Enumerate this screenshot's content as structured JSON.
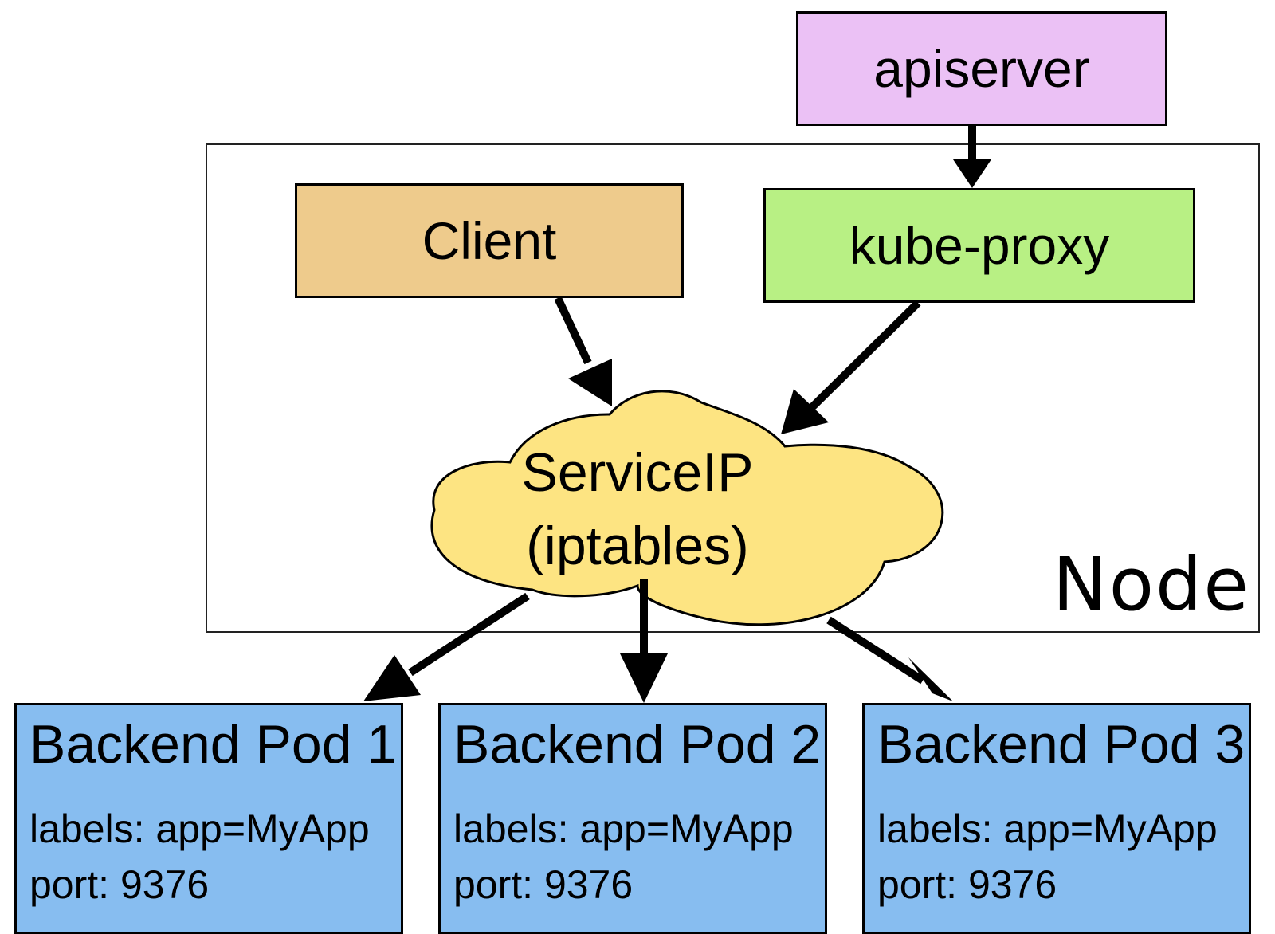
{
  "node": {
    "label": "Node"
  },
  "apiserver": {
    "label": "apiserver",
    "color": "#ebc1f5"
  },
  "client": {
    "label": "Client",
    "color": "#eecb8c"
  },
  "kube_proxy": {
    "label": "kube-proxy",
    "color": "#b8f084"
  },
  "service": {
    "line1": "ServiceIP",
    "line2": "(iptables)",
    "color": "#fde482"
  },
  "pods": [
    {
      "title": "Backend Pod 1",
      "labels": "labels: app=MyApp",
      "port": "port: 9376"
    },
    {
      "title": "Backend Pod 2",
      "labels": "labels: app=MyApp",
      "port": "port: 9376"
    },
    {
      "title": "Backend Pod 3",
      "labels": "labels: app=MyApp",
      "port": "port: 9376"
    }
  ],
  "pod_color": "#87bdf0"
}
